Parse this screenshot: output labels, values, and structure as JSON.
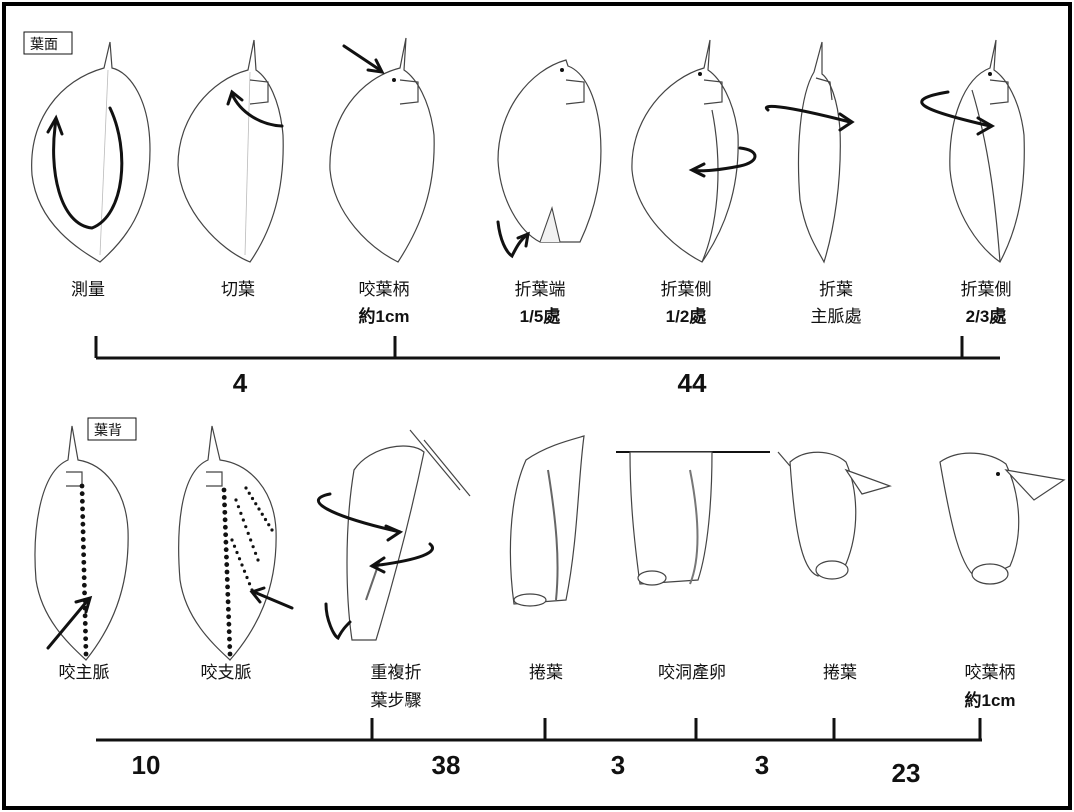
{
  "tags": {
    "top": "葉面",
    "bottom": "葉背"
  },
  "top_steps": [
    {
      "line1": "測量",
      "line2": ""
    },
    {
      "line1": "切葉",
      "line2": ""
    },
    {
      "line1": "咬葉柄",
      "line2": "約1cm"
    },
    {
      "line1": "折葉端",
      "line2": "1/5處"
    },
    {
      "line1": "折葉側",
      "line2": "1/2處"
    },
    {
      "line1": "折葉",
      "line2": "主脈處"
    },
    {
      "line1": "折葉側",
      "line2": "2/3處"
    }
  ],
  "bottom_steps": [
    {
      "line1": "咬主脈",
      "line2": ""
    },
    {
      "line1": "咬支脈",
      "line2": ""
    },
    {
      "line1": "重複折",
      "line2": "葉步驟"
    },
    {
      "line1": "捲葉",
      "line2": ""
    },
    {
      "line1": "咬洞產卵",
      "line2": ""
    },
    {
      "line1": "捲葉",
      "line2": ""
    },
    {
      "line1": "咬葉柄",
      "line2": "約1cm"
    }
  ],
  "top_durations": [
    "4",
    "44"
  ],
  "bottom_durations": [
    "10",
    "38",
    "3",
    "3",
    "23"
  ]
}
